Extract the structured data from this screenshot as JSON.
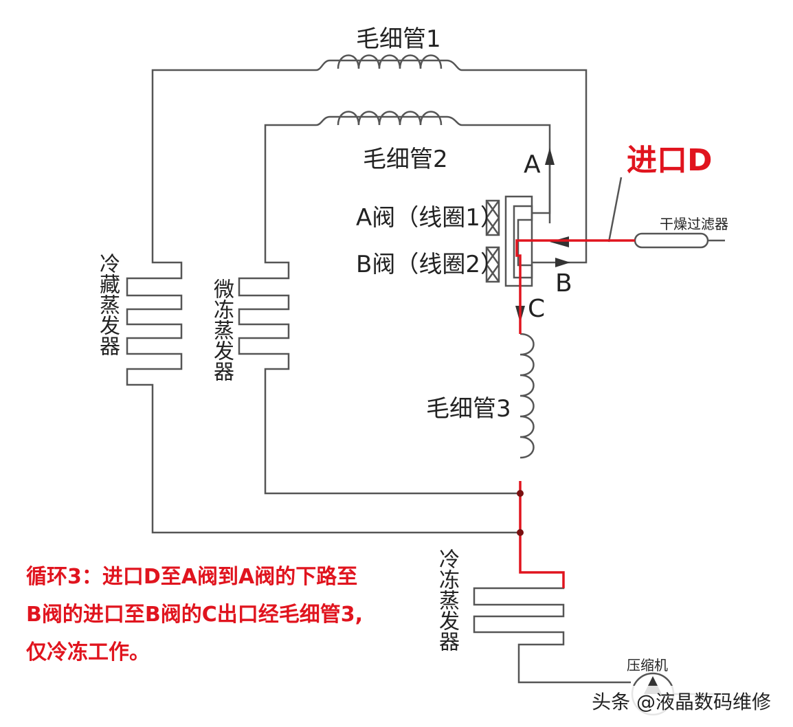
{
  "labels": {
    "cap1": "毛细管1",
    "cap2": "毛细管2",
    "cap3": "毛细管3",
    "inlet": "进口D",
    "filter": "干燥过滤器",
    "valve_a": "A阀（线圈1）",
    "valve_b": "B阀（线圈2）",
    "port_a": "A",
    "port_b": "B",
    "port_c": "C",
    "fridge_evap": "冷藏蒸发器",
    "micro_evap": "微冻蒸发器",
    "freezer_evap": "冷冻蒸发器",
    "compressor": "压缩机"
  },
  "caption": {
    "line1": "循环3：进口D至A阀到A阀的下路至",
    "line2": "B阀的进口至B阀的C出口经毛细管3,",
    "line3": "仅冷冻工作。"
  },
  "watermark": "头条 @液晶数码维修",
  "colors": {
    "line": "#555555",
    "highlight": "#e0141e"
  }
}
